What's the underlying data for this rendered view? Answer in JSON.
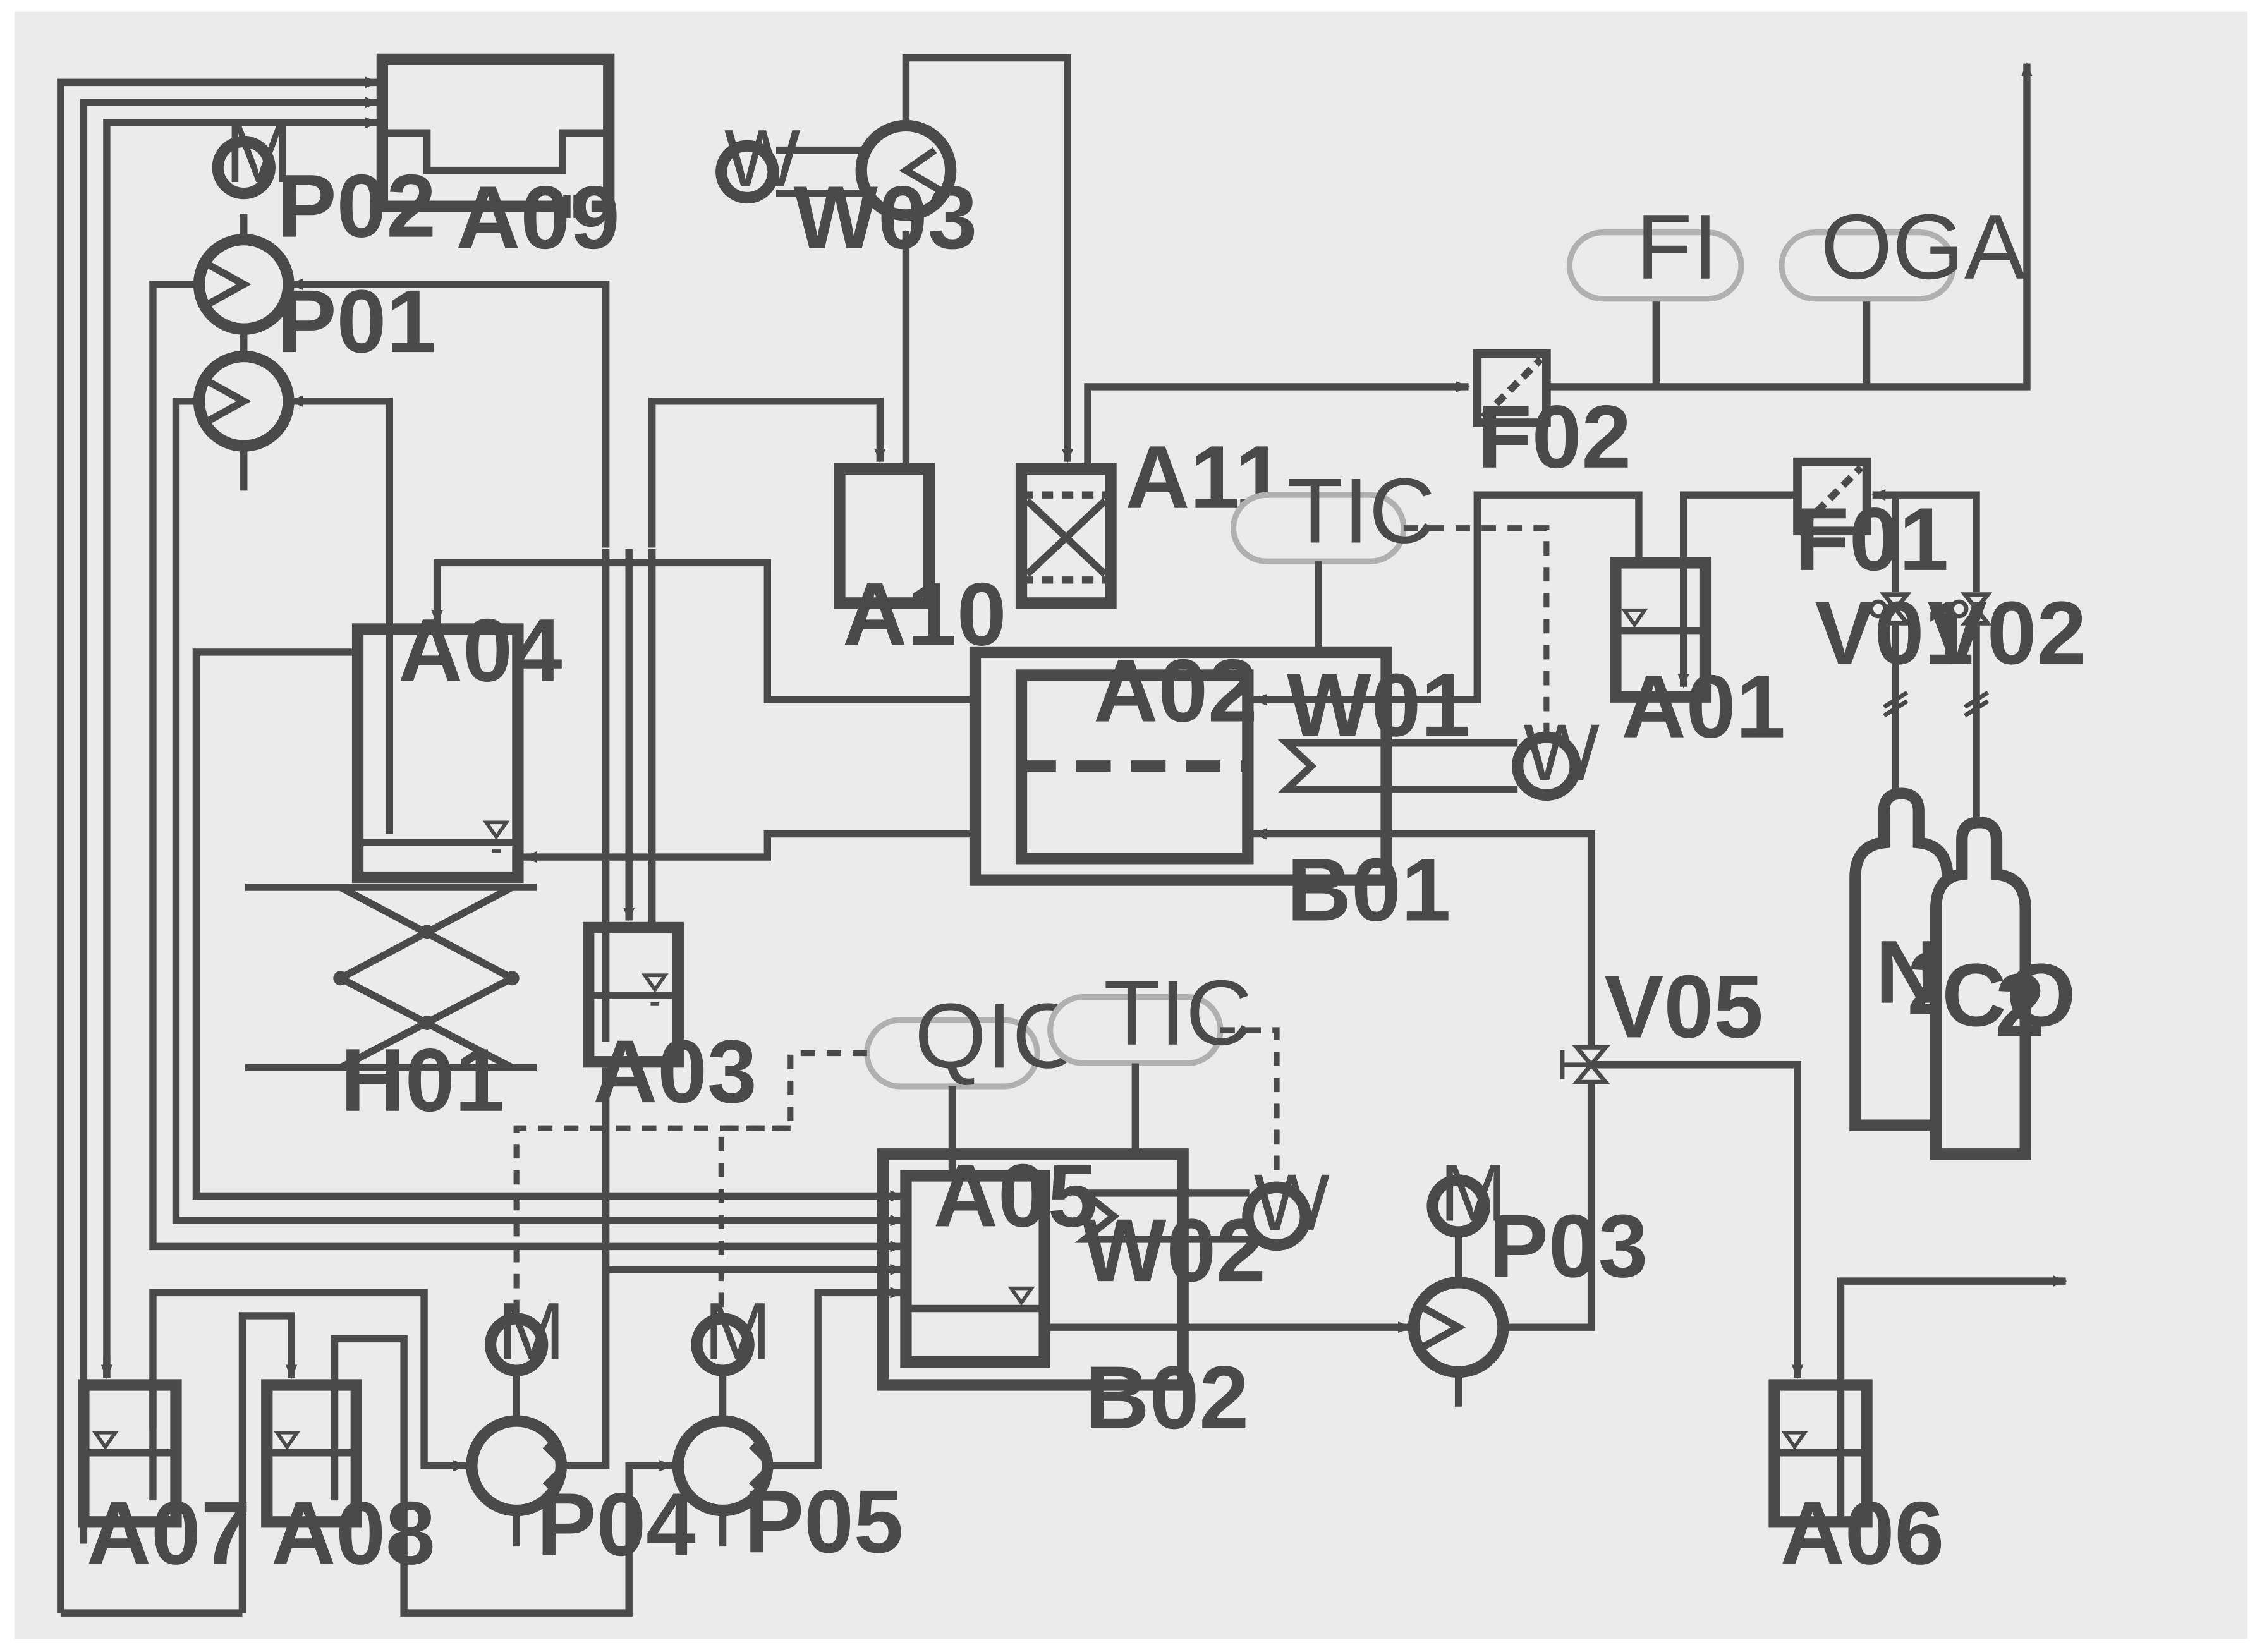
{
  "labels": {
    "A01": "A01",
    "A02": "A02",
    "A03": "A03",
    "A04": "A04",
    "A05": "A05",
    "A06": "A06",
    "A07": "A07",
    "A08": "A08",
    "A09": "A09",
    "A10": "A10",
    "A11": "A11",
    "B01": "B01",
    "B02": "B02",
    "F01": "F01",
    "F02": "F02",
    "H01": "H01",
    "P01": "P01",
    "P02": "P02",
    "P03": "P03",
    "P04": "P04",
    "P05": "P05",
    "V01": "V01",
    "V02": "V02",
    "V05": "V05",
    "W01": "W01",
    "W02": "W02",
    "W03": "W03"
  },
  "instruments": {
    "FI": "FI",
    "OGA": "OGA",
    "TIC_B01": "TIC",
    "TIC_B02": "TIC",
    "QIC": "QIC"
  },
  "symbols": {
    "motor": "M",
    "heater": "W"
  },
  "gases": {
    "n2_main": "N",
    "n2_sub": "2",
    "co2_main": "CO",
    "co2_sub": "2"
  },
  "colors": {
    "background": "#ebebeb",
    "line": "#4a4a4a",
    "tag_border": "#b0b0b0"
  }
}
